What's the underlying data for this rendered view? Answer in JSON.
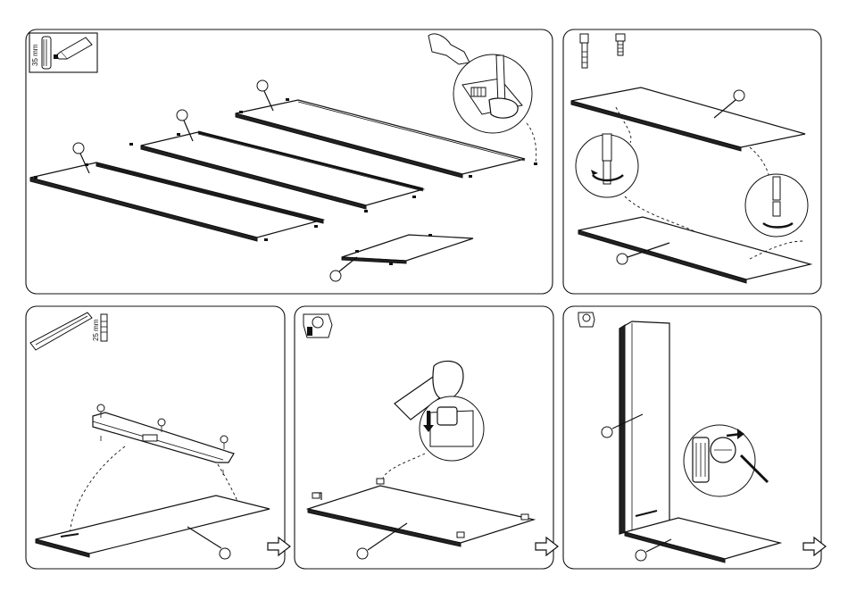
{
  "steps": [
    {
      "id": 1,
      "hardware_label": "35 mm"
    },
    {
      "id": 2
    },
    {
      "id": 3,
      "hardware_label": "25 mm"
    },
    {
      "id": 4
    },
    {
      "id": 5
    }
  ]
}
